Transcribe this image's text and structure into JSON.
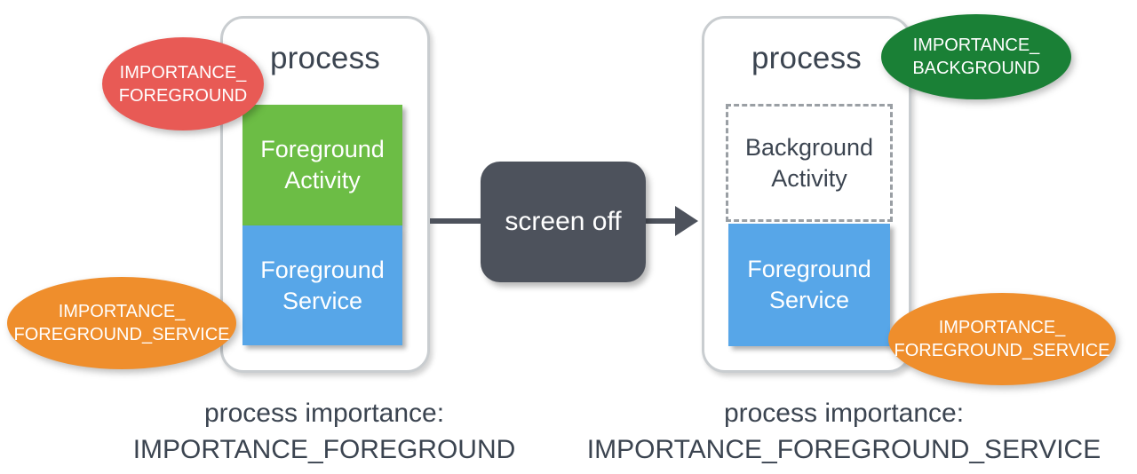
{
  "diagram": {
    "title_text": "process",
    "left_panel": {
      "title": "process",
      "boxes": [
        {
          "name": "foreground-activity",
          "line1": "Foreground",
          "line2": "Activity",
          "color": "#6cbd45",
          "style": "solid"
        },
        {
          "name": "foreground-service",
          "line1": "Foreground",
          "line2": "Service",
          "color": "#57a6e8",
          "style": "solid"
        }
      ],
      "caption_line1": "process importance:",
      "caption_line2": "IMPORTANCE_FOREGROUND"
    },
    "right_panel": {
      "title": "process",
      "boxes": [
        {
          "name": "background-activity",
          "line1": "Background",
          "line2": "Activity",
          "color": "#ffffff",
          "style": "dashed"
        },
        {
          "name": "foreground-service",
          "line1": "Foreground",
          "line2": "Service",
          "color": "#57a6e8",
          "style": "solid"
        }
      ],
      "caption_line1": "process importance:",
      "caption_line2": "IMPORTANCE_FOREGROUND_SERVICE"
    },
    "transition": {
      "label": "screen off",
      "color": "#4d525c"
    },
    "callouts": [
      {
        "name": "callout-importance-foreground",
        "line1": "IMPORTANCE_",
        "line2": "FOREGROUND",
        "color": "#e85a55"
      },
      {
        "name": "callout-importance-foreground-service-left",
        "line1": "IMPORTANCE_",
        "line2": "FOREGROUND_SERVICE",
        "color": "#ef8e2c"
      },
      {
        "name": "callout-importance-background",
        "line1": "IMPORTANCE_",
        "line2": "BACKGROUND",
        "color": "#1a8036"
      },
      {
        "name": "callout-importance-foreground-service-right",
        "line1": "IMPORTANCE_",
        "line2": "FOREGROUND_SERVICE",
        "color": "#ef8e2c"
      }
    ]
  },
  "colors": {
    "green_activity": "#6cbd45",
    "blue_service": "#57a6e8",
    "dark_slate": "#4d525c",
    "panel_border": "#c9cdd0",
    "dashed_border": "#9a9fa4",
    "text_dark": "#3b4450",
    "callout_red": "#e85a55",
    "callout_green": "#1a8036",
    "callout_orange": "#ef8e2c"
  }
}
